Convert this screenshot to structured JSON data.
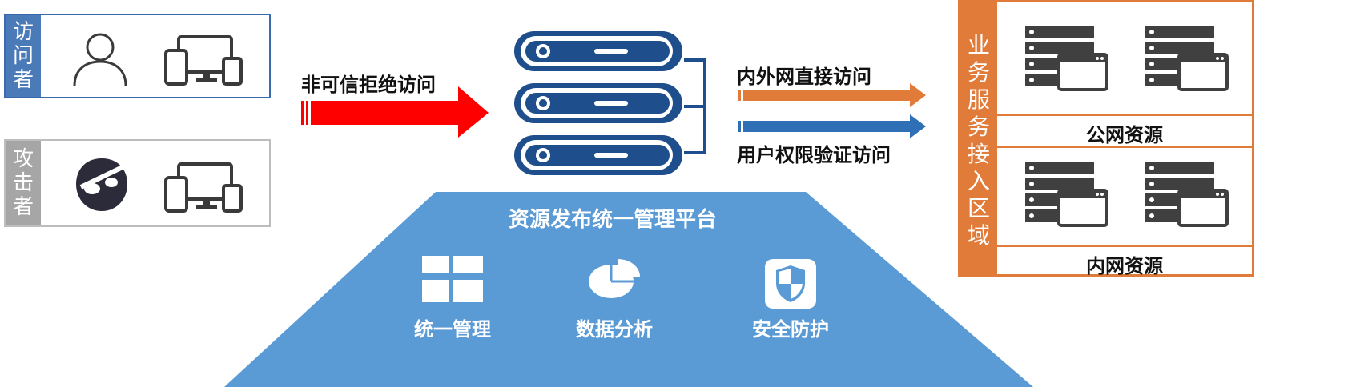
{
  "actors": {
    "visitor": {
      "label_chars": [
        "访",
        "问",
        "者"
      ],
      "color": "#4a7ab8",
      "border": "#3a6aaa"
    },
    "attacker": {
      "label_chars": [
        "攻",
        "击",
        "者"
      ],
      "color": "#a6a6a6",
      "border": "#bdbdbd"
    }
  },
  "flows": {
    "reject_label": "非可信拒绝访问",
    "direct_label": "内外网直接访问",
    "verify_label": "用户权限验证访问",
    "reject_color": "#ff0000",
    "direct_color": "#e07b39",
    "verify_color": "#2e6fb5"
  },
  "platform": {
    "title": "资源发布统一管理平台",
    "color": "#5b9bd5",
    "features": [
      {
        "label": "统一管理",
        "icon": "grid-icon"
      },
      {
        "label": "数据分析",
        "icon": "pie-chart-icon"
      },
      {
        "label": "安全防护",
        "icon": "shield-icon"
      }
    ]
  },
  "access_zone": {
    "label_chars": [
      "业",
      "务",
      "服",
      "务",
      "接",
      "入",
      "区",
      "域"
    ],
    "color": "#e07b39",
    "public_label": "公网资源",
    "internal_label": "内网资源"
  },
  "server_color": "#1f4e8c"
}
